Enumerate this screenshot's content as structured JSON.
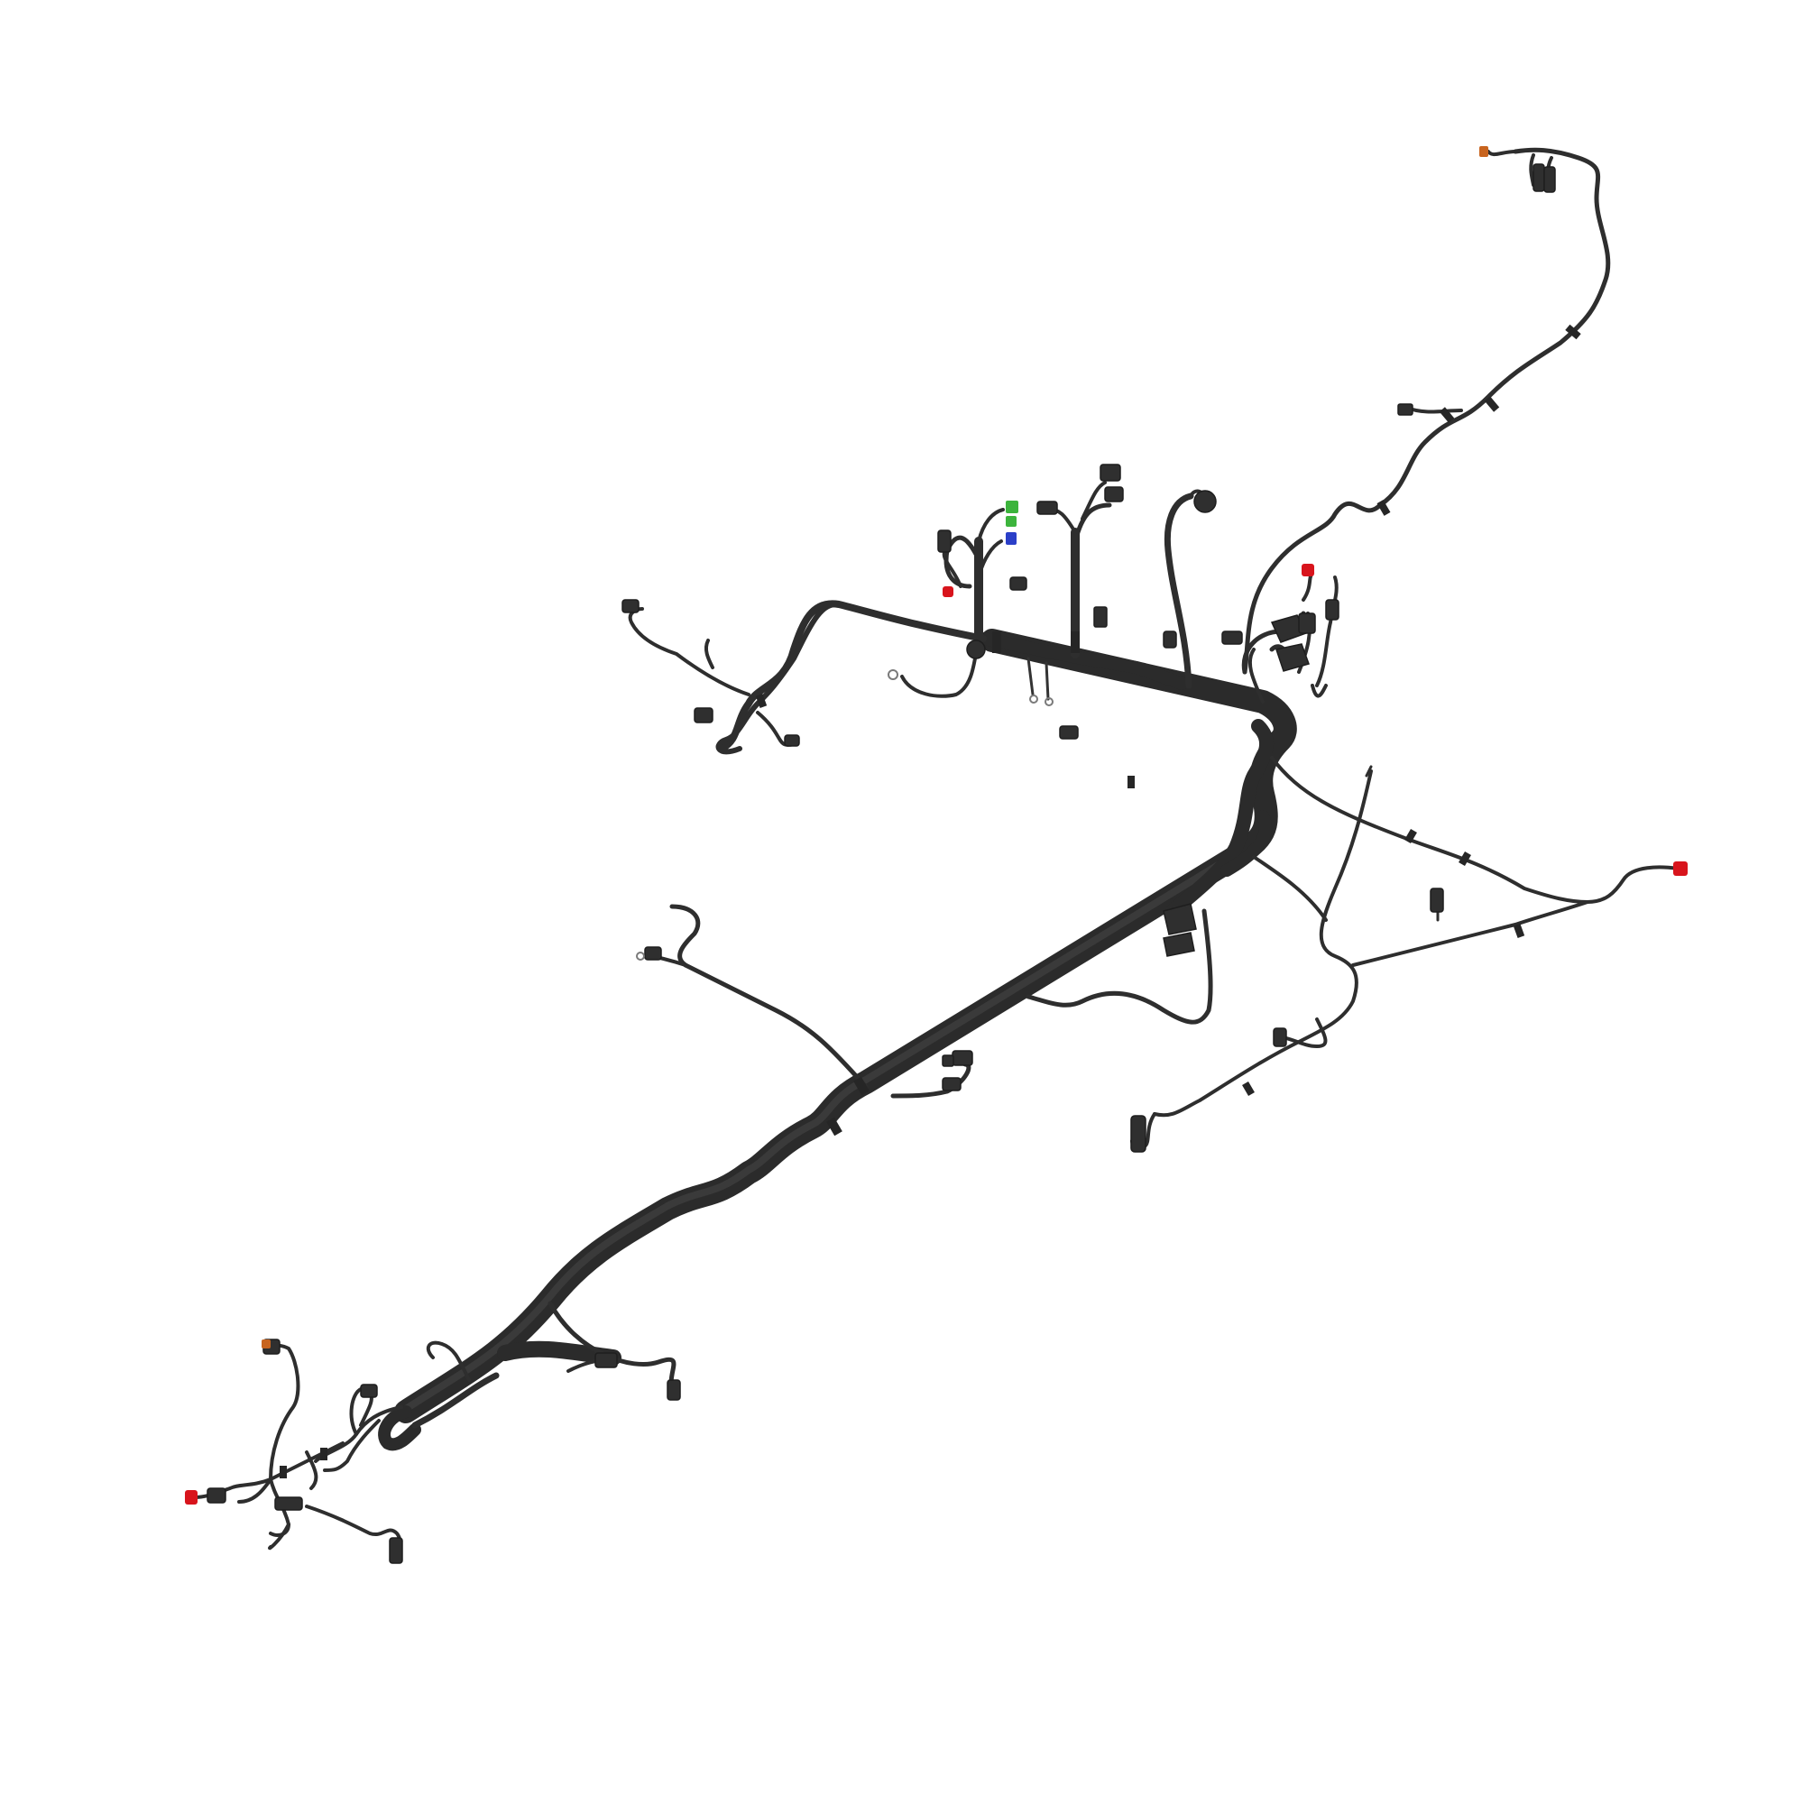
{
  "scene": {
    "subject": "vehicle-wiring-harness",
    "background_color": "#ffffff",
    "colors": {
      "harness": "#2b2b2b",
      "connector": "#2f2f2f",
      "connector_red": "#d8141c",
      "connector_green": "#3cb43c",
      "connector_blue": "#2b3fc8",
      "connector_orange": "#c8641e",
      "ring_terminal": "#7a7a7a"
    },
    "connector_counts": {
      "red": 4,
      "green": 2,
      "blue": 1,
      "orange": 2
    }
  }
}
